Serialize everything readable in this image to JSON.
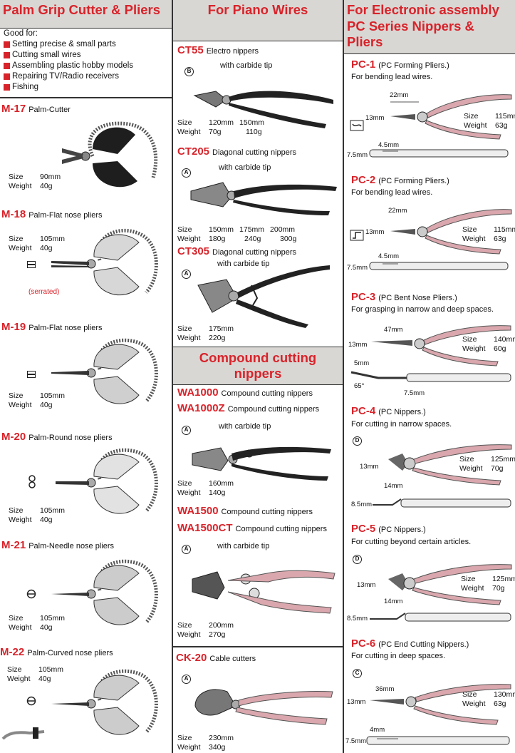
{
  "col1": {
    "header": "Palm Grip Cutter & Pliers",
    "good_for_title": "Good for:",
    "good_for": [
      "Setting precise & small parts",
      "Cutting small wires",
      "Assembling plastic hobby models",
      "Repairing TV/Radio receivers",
      "Fishing"
    ],
    "products": [
      {
        "code": "M-17",
        "desc": "Palm-Cutter",
        "size_label": "Size",
        "size": "90mm",
        "weight_label": "Weight",
        "weight": "40g"
      },
      {
        "code": "M-18",
        "desc": "Palm-Flat nose pliers",
        "size_label": "Size",
        "size": "105mm",
        "weight_label": "Weight",
        "weight": "40g",
        "note": "(serrated)"
      },
      {
        "code": "M-19",
        "desc": "Palm-Flat nose pliers",
        "size_label": "Size",
        "size": "105mm",
        "weight_label": "Weight",
        "weight": "40g"
      },
      {
        "code": "M-20",
        "desc": "Palm-Round nose pliers",
        "size_label": "Size",
        "size": "105mm",
        "weight_label": "Weight",
        "weight": "40g"
      },
      {
        "code": "M-21",
        "desc": "Palm-Needle nose pliers",
        "size_label": "Size",
        "size": "105mm",
        "weight_label": "Weight",
        "weight": "40g"
      },
      {
        "code": "M-22",
        "desc": "Palm-Curved nose pliers",
        "size_label": "Size",
        "size": "105mm",
        "weight_label": "Weight",
        "weight": "40g"
      }
    ]
  },
  "col2": {
    "header": "For Piano Wires",
    "header2": "Compound cutting nippers",
    "products": [
      {
        "code": "CT55",
        "desc": "Electro nippers",
        "sub": "with carbide tip",
        "grade": "B",
        "size_label": "Size",
        "sizes": [
          "120mm",
          "150mm"
        ],
        "weight_label": "Weight",
        "weights": [
          "70g",
          "110g"
        ]
      },
      {
        "code": "CT205",
        "desc": "Diagonal cutting nippers",
        "sub": "with carbide tip",
        "grade": "A",
        "size_label": "Size",
        "sizes": [
          "150mm",
          "175mm",
          "200mm"
        ],
        "weight_label": "Weight",
        "weights": [
          "180g",
          "240g",
          "300g"
        ]
      },
      {
        "code": "CT305",
        "desc": "Diagonal cutting nippers",
        "sub": "with carbide tip",
        "grade": "A",
        "size_label": "Size",
        "sizes": [
          "175mm"
        ],
        "weight_label": "Weight",
        "weights": [
          "220g"
        ]
      },
      {
        "code": "WA1000",
        "desc": "Compound cutting nippers"
      },
      {
        "code": "WA1000Z",
        "desc": "Compound cutting nippers",
        "sub": "with carbide tip",
        "grade": "A",
        "size_label": "Size",
        "sizes": [
          "160mm"
        ],
        "weight_label": "Weight",
        "weights": [
          "140g"
        ]
      },
      {
        "code": "WA1500",
        "desc": "Compound cutting nippers"
      },
      {
        "code": "WA1500CT",
        "desc": "Compound cutting nippers",
        "sub": "with carbide tip",
        "grade": "A",
        "size_label": "Size",
        "sizes": [
          "200mm"
        ],
        "weight_label": "Weight",
        "weights": [
          "270g"
        ]
      },
      {
        "code": "CK-20",
        "desc": "Cable cutters",
        "grade": "A",
        "size_label": "Size",
        "sizes": [
          "230mm"
        ],
        "weight_label": "Weight",
        "weights": [
          "340g"
        ]
      }
    ]
  },
  "col3": {
    "header": "For Electronic assembly PC Series Nippers & Pliers",
    "products": [
      {
        "code": "PC-1",
        "desc": "(PC Forming Pliers.)",
        "use": "For bending lead wires.",
        "dims": [
          "22mm",
          "13mm",
          "4.5mm",
          "7.5mm"
        ],
        "size_label": "Size",
        "size": "115mm",
        "weight_label": "Weight",
        "weight": "63g"
      },
      {
        "code": "PC-2",
        "desc": "(PC Forming Pliers.)",
        "use": "For bending lead wires.",
        "dims": [
          "22mm",
          "13mm",
          "4.5mm",
          "7.5mm"
        ],
        "size_label": "Size",
        "size": "115mm",
        "weight_label": "Weight",
        "weight": "63g"
      },
      {
        "code": "PC-3",
        "desc": "(PC Bent Nose Pliers.)",
        "use": "For grasping in narrow and deep spaces.",
        "dims": [
          "47mm",
          "13mm",
          "5mm",
          "65°",
          "7.5mm"
        ],
        "size_label": "Size",
        "size": "140mm",
        "weight_label": "Weight",
        "weight": "60g"
      },
      {
        "code": "PC-4",
        "desc": "(PC Nippers.)",
        "use": "For cutting in narrow spaces.",
        "grade": "D",
        "dims": [
          "13mm",
          "14mm",
          "8.5mm"
        ],
        "size_label": "Size",
        "size": "125mm",
        "weight_label": "Weight",
        "weight": "70g"
      },
      {
        "code": "PC-5",
        "desc": "(PC Nippers.)",
        "use": "For cutting beyond certain articles.",
        "grade": "D",
        "dims": [
          "13mm",
          "14mm",
          "8.5mm"
        ],
        "size_label": "Size",
        "size": "125mm",
        "weight_label": "Weight",
        "weight": "70g"
      },
      {
        "code": "PC-6",
        "desc": "(PC End Cutting Nippers.)",
        "use": "For cutting in deep spaces.",
        "grade": "C",
        "dims": [
          "36mm",
          "13mm",
          "4mm",
          "7.5mm"
        ],
        "size_label": "Size",
        "size": "130mm",
        "weight_label": "Weight",
        "weight": "63g"
      }
    ]
  },
  "colors": {
    "accent": "#d8232a",
    "header_bg": "#d9d7d4",
    "grip_dark": "#222222",
    "grip_light": "#cfcfcf",
    "grip_pink": "#d9a7ad"
  },
  "icons": [
    "plier-illustration",
    "carbide-grade-icon",
    "jaw-profile-icon"
  ]
}
